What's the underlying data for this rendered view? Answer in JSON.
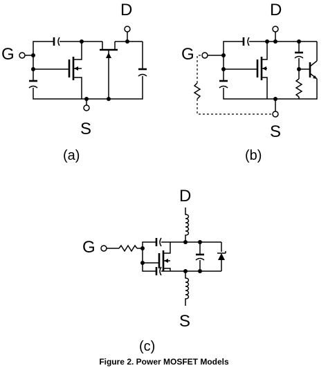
{
  "colors": {
    "line": "#000000",
    "background": "#ffffff"
  },
  "panel_a": {
    "gate": "G",
    "drain": "D",
    "source": "S",
    "label": "(a)"
  },
  "panel_b": {
    "gate": "G",
    "drain": "D",
    "source": "S",
    "label": "(b)"
  },
  "panel_c": {
    "gate": "G",
    "drain": "D",
    "source": "S",
    "label": "(c)"
  },
  "caption": "Figure 2. Power MOSFET Models"
}
